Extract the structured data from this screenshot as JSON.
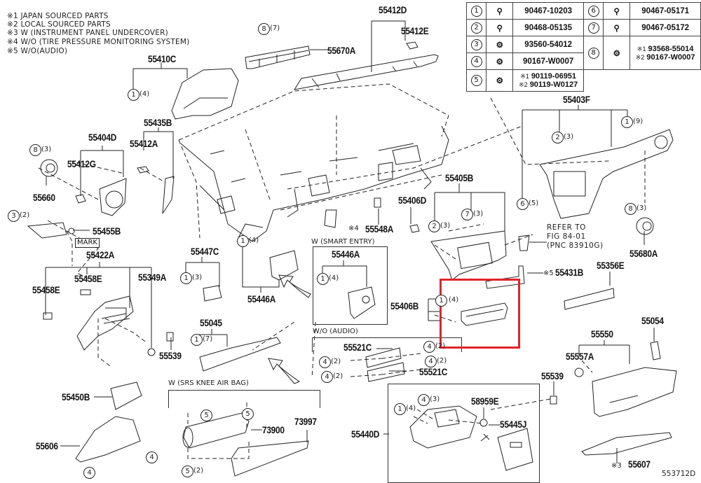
{
  "notes": [
    {
      "mark": "※1",
      "text": "JAPAN SOURCED PARTS"
    },
    {
      "mark": "※2",
      "text": "LOCAL SOURCED PARTS"
    },
    {
      "mark": "※3",
      "text": "W (INSTRUMENT PANEL UNDERCOVER)"
    },
    {
      "mark": "※4",
      "text": "W/O (TIRE PRESSURE MONITORING SYSTEM)"
    },
    {
      "mark": "※5",
      "text": "W/O(AUDIO)"
    }
  ],
  "fastener_table": [
    {
      "ref": "1",
      "icon": "clip-icon",
      "part": "90467-10203"
    },
    {
      "ref": "2",
      "icon": "clip-icon",
      "part": "90468-05135"
    },
    {
      "ref": "3",
      "icon": "screw-icon",
      "part": "93560-54012"
    },
    {
      "ref": "4",
      "icon": "screw-icon",
      "part": "90167-W0007"
    },
    {
      "ref": "5",
      "icon": "bolt-icon",
      "part_1": "90119-06951",
      "part_2": "90119-W0127",
      "mark_1": "※1",
      "mark_2": "※2"
    },
    {
      "ref": "6",
      "icon": "clip-icon",
      "part": "90467-05171"
    },
    {
      "ref": "7",
      "icon": "clip-icon",
      "part": "90467-05172"
    },
    {
      "ref": "8",
      "icon": "bolt-icon",
      "part_1": "93568-55014",
      "part_2": "90167-W0007",
      "mark_1": "※1",
      "mark_2": "※2"
    }
  ],
  "parts": {
    "p55412D": "55412D",
    "p55412E": "55412E",
    "p55670A": "55670A",
    "p55410C": "55410C",
    "p55435B": "55435B",
    "p55404D": "55404D",
    "p55412A": "55412A",
    "p55412G": "55412G",
    "p55660": "55660",
    "p55455B": "55455B",
    "p55422A": "55422A",
    "p55458E_a": "55458E",
    "p55458E_b": "55458E",
    "p55349A": "55349A",
    "p55447C": "55447C",
    "p55446A": "55446A",
    "p55446A_se": "55446A",
    "p55548A": "55548A",
    "p55406D": "55406D",
    "p55405B": "55405B",
    "p55403F": "55403F",
    "p55680A": "55680A",
    "p55431B": "55431B",
    "p55356E": "55356E",
    "p55406B": "55406B",
    "p55045": "55045",
    "p55539_a": "55539",
    "p55539_b": "55539",
    "p55521C_a": "55521C",
    "p55521C_b": "55521C",
    "p55550": "55550",
    "p55054": "55054",
    "p55557A": "55557A",
    "p55450B": "55450B",
    "p55606": "55606",
    "p73900": "73900",
    "p73997": "73997",
    "p55440D": "55440D",
    "p58959E": "58959E",
    "p55445J": "55445J",
    "p55607": "55607"
  },
  "marks": {
    "m55548A": "※4",
    "m55431B": "※5",
    "m55607": "※3"
  },
  "groups": {
    "smart_entry": "W (SMART ENTRY)",
    "wo_audio": "W/O (AUDIO)",
    "srs_knee": "W (SRS  KNEE  AIR  BAG)"
  },
  "refer": {
    "line1": "REFER TO",
    "line2": "FIG 84-01",
    "line3": "(PNC 83910G)"
  },
  "mark_label": "MARK",
  "callouts": [
    {
      "id": "c_55670A",
      "ref": "8",
      "qty": "(7)"
    },
    {
      "id": "c_55410C",
      "ref": "1",
      "qty": "(4)"
    },
    {
      "id": "c_55660",
      "ref": "8",
      "qty": "(3)"
    },
    {
      "id": "c_55455B",
      "ref": "3",
      "qty": "(2)"
    },
    {
      "id": "c_55447C",
      "ref": "1",
      "qty": "(3)"
    },
    {
      "id": "c_55446A",
      "ref": "1",
      "qty": "(4)"
    },
    {
      "id": "c_55446A_se",
      "ref": "1",
      "qty": "(4)"
    },
    {
      "id": "c_55405B_2",
      "ref": "2",
      "qty": "(3)"
    },
    {
      "id": "c_55405B_7",
      "ref": "7",
      "qty": "(3)"
    },
    {
      "id": "c_55403F_2",
      "ref": "2",
      "qty": "(3)"
    },
    {
      "id": "c_55403F_1",
      "ref": "1",
      "qty": "(9)"
    },
    {
      "id": "c_55403F_6",
      "ref": "6",
      "qty": "(5)"
    },
    {
      "id": "c_55680A",
      "ref": "8",
      "qty": "(3)"
    },
    {
      "id": "c_55406B",
      "ref": "1",
      "qty": "(4)"
    },
    {
      "id": "c_55045",
      "ref": "1",
      "qty": "(7)"
    },
    {
      "id": "c_55521C_a1",
      "ref": "4",
      "qty": "(2)"
    },
    {
      "id": "c_55521C_a2",
      "ref": "4",
      "qty": "(2)"
    },
    {
      "id": "c_55521C_b1",
      "ref": "4",
      "qty": "(2)"
    },
    {
      "id": "c_55521C_b2",
      "ref": "4",
      "qty": "(2)"
    },
    {
      "id": "c_55440D_4",
      "ref": "4",
      "qty": "(3)"
    },
    {
      "id": "c_55440D_1",
      "ref": "1",
      "qty": "(4)"
    },
    {
      "id": "c_73900_a",
      "ref": "5",
      "qty": ""
    },
    {
      "id": "c_73900_b",
      "ref": "5",
      "qty": ""
    },
    {
      "id": "c_73900_c",
      "ref": "5",
      "qty": "(2)"
    },
    {
      "id": "c_55606_a",
      "ref": "4",
      "qty": ""
    },
    {
      "id": "c_55606_b",
      "ref": "4",
      "qty": ""
    }
  ],
  "highlight": {
    "color": "#e0242b",
    "target": "55406B"
  },
  "figure_id": "553712D"
}
